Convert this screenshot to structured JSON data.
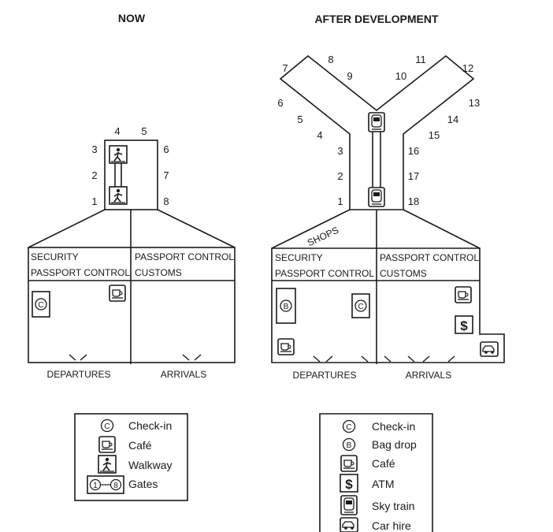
{
  "titles": {
    "now": "NOW",
    "after": "AFTER DEVELOPMENT"
  },
  "now": {
    "gates": [
      "1",
      "2",
      "3",
      "4",
      "5",
      "6",
      "7",
      "8"
    ],
    "labels": {
      "security": "SECURITY",
      "passport_left": "PASSPORT CONTROL",
      "passport_right": "PASSPORT CONTROL",
      "customs": "CUSTOMS",
      "departures": "DEPARTURES",
      "arrivals": "ARRIVALS"
    }
  },
  "after": {
    "gates": [
      "1",
      "2",
      "3",
      "4",
      "5",
      "6",
      "7",
      "8",
      "9",
      "10",
      "11",
      "12",
      "13",
      "14",
      "15",
      "16",
      "17",
      "18"
    ],
    "labels": {
      "shops": "SHOPS",
      "security": "SECURITY",
      "passport_left": "PASSPORT CONTROL",
      "passport_right": "PASSPORT CONTROL",
      "customs": "CUSTOMS",
      "departures": "DEPARTURES",
      "arrivals": "ARRIVALS"
    }
  },
  "legend_now": [
    {
      "icon": "check-in-icon",
      "label": "Check-in"
    },
    {
      "icon": "cafe-icon",
      "label": "Café"
    },
    {
      "icon": "walkway-icon",
      "label": "Walkway"
    },
    {
      "icon": "gates-icon",
      "label": "Gates",
      "symbol_from": "1",
      "symbol_to": "8"
    }
  ],
  "legend_after": [
    {
      "icon": "check-in-icon",
      "label": "Check-in"
    },
    {
      "icon": "bag-drop-icon",
      "label": "Bag drop"
    },
    {
      "icon": "cafe-icon",
      "label": "Café"
    },
    {
      "icon": "atm-icon",
      "label": "ATM"
    },
    {
      "icon": "sky-train-icon",
      "label": "Sky train"
    },
    {
      "icon": "car-hire-icon",
      "label": "Car hire"
    }
  ],
  "symbols": {
    "check_in": "C",
    "bag_drop": "B",
    "atm": "$"
  }
}
